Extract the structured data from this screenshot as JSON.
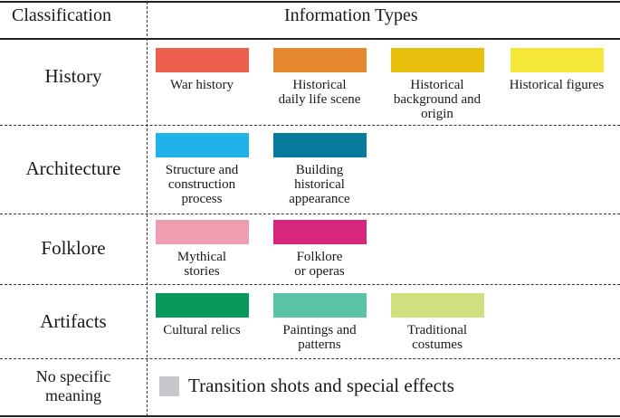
{
  "header": {
    "classification": "Classification",
    "information_types": "Information Types"
  },
  "rows": [
    {
      "classification": "History",
      "items": [
        {
          "label": "War history",
          "color": "#ec5f4d"
        },
        {
          "label": "Historical\ndaily life scene",
          "color": "#e5882e"
        },
        {
          "label": "Historical\nbackground and\norigin",
          "color": "#e9bf0e"
        },
        {
          "label": "Historical figures",
          "color": "#f4e73a"
        }
      ]
    },
    {
      "classification": "Architecture",
      "items": [
        {
          "label": "Structure and\nconstruction\nprocess",
          "color": "#21b2e9"
        },
        {
          "label": "Building\nhistorical\nappearance",
          "color": "#087b9c"
        }
      ]
    },
    {
      "classification": "Folklore",
      "items": [
        {
          "label": "Mythical\nstories",
          "color": "#ef9db0"
        },
        {
          "label": "Folklore\nor operas",
          "color": "#d6277c"
        }
      ]
    },
    {
      "classification": "Artifacts",
      "items": [
        {
          "label": "Cultural relics",
          "color": "#079a5c"
        },
        {
          "label": "Paintings and\npatterns",
          "color": "#5cc4a6"
        },
        {
          "label": "Traditional\ncostumes",
          "color": "#cfe07f"
        }
      ]
    }
  ],
  "no_meaning": {
    "classification": "No specific\nmeaning",
    "label": "Transition shots and special effects",
    "color": "#c8c8cc"
  }
}
